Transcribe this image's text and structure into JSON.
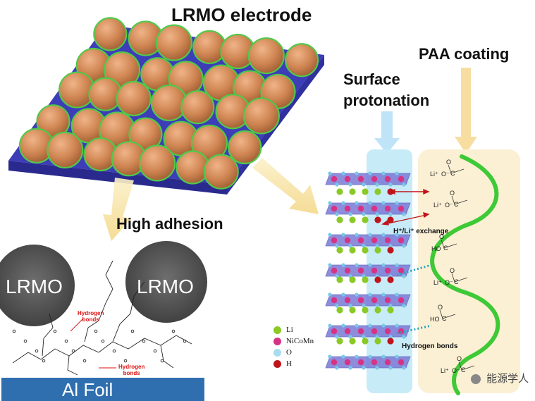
{
  "titles": {
    "electrode": "LRMO electrode",
    "paa_coating": "PAA coating",
    "surface_line1": "Surface",
    "surface_line2": "protonation",
    "adhesion": "High adhesion"
  },
  "adhesion_panel": {
    "particle_left": "LRMO",
    "particle_right": "LRMO",
    "foil": "Al Foil",
    "hbond_label": "Hydrogen bonds",
    "hbond_label_1": "Hydrogen",
    "hbond_label_2": "bonds"
  },
  "crystal_panel": {
    "exchange_label": "H⁺/Li⁺ exchange",
    "hydrogen_bonds_label": "Hydrogen bonds",
    "li_plus": "Li⁺",
    "o_minus": "O⁻",
    "carbon": "C",
    "oxygen": "O",
    "ho": "HO"
  },
  "legend": [
    {
      "label": "Li",
      "color": "#8ac926"
    },
    {
      "label": "NiCoMn",
      "color": "#d63384"
    },
    {
      "label": "O",
      "color": "#a8dcf0"
    },
    {
      "label": "H",
      "color": "#c0141b"
    }
  ],
  "colors": {
    "particle": "#cf8a58",
    "particle_rim": "#52c84a",
    "substrate": "#3b3bb5",
    "arrow": "#f7e2a2",
    "surface_band": "#c8ebf8",
    "paa_band": "#fbf0d4",
    "paa_chain": "#3ec936",
    "foil": "#2f6fb0",
    "lrmo_particle": "#5a5a5a"
  },
  "watermark": "能源学人"
}
